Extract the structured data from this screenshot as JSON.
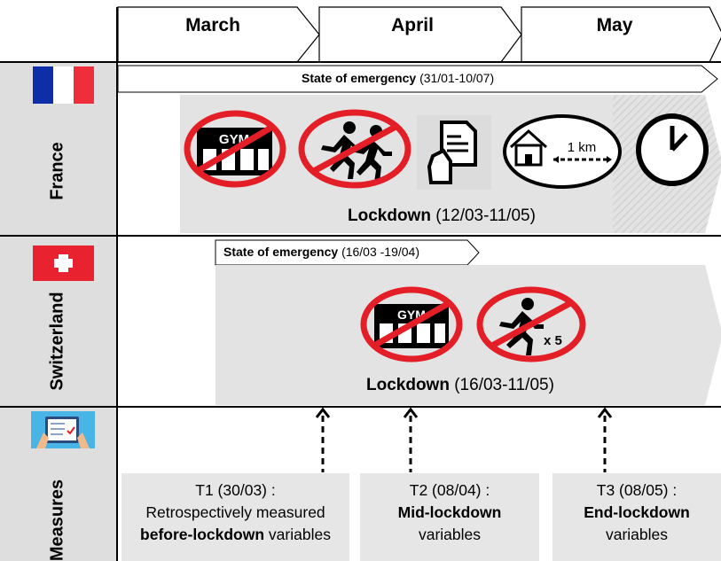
{
  "months": [
    "March",
    "April",
    "May"
  ],
  "rows": {
    "france": {
      "label": "France",
      "flag": "france-flag"
    },
    "switzerland": {
      "label": "Switzerland",
      "flag": "switzerland-flag"
    },
    "measures": {
      "label": "Measures",
      "icon": "tablet-checklist-icon"
    }
  },
  "france": {
    "emergency": {
      "title": "State of emergency",
      "dates": "(31/01-10/07)"
    },
    "lockdown": {
      "title": "Lockdown",
      "dates": "(12/03-11/05)"
    },
    "icons": [
      "gym-banned-icon",
      "running-group-banned-icon",
      "attestation-form-icon",
      "home-1km-radius-icon",
      "clock-curfew-icon"
    ],
    "gym_text": "GYM",
    "distance_text": "1 km"
  },
  "switzerland": {
    "emergency": {
      "title": "State of emergency",
      "dates": "(16/03 -19/04)"
    },
    "lockdown": {
      "title": "Lockdown",
      "dates": "(16/03-11/05)"
    },
    "icons": [
      "gym-banned-icon",
      "group-max-5-banned-icon"
    ],
    "gym_text": "GYM",
    "group_text": "x 5"
  },
  "measures": [
    {
      "title": "T1 (30/03) :",
      "line1": "Retrospectively measured",
      "bold": "before-lockdown",
      "rest": " variables"
    },
    {
      "title": "T2 (08/04) :",
      "line1": "",
      "bold": "Mid-lockdown",
      "rest": "variables"
    },
    {
      "title": "T3 (08/05) :",
      "line1": "",
      "bold": "End-lockdown",
      "rest": "variables"
    }
  ],
  "colors": {
    "ban_red": "#e41e26",
    "lockdown_gray": "#e3e3e3",
    "sidebar_gray": "#dedede",
    "france_blue": "#0d2ea8",
    "swiss_red": "#e8222e"
  }
}
